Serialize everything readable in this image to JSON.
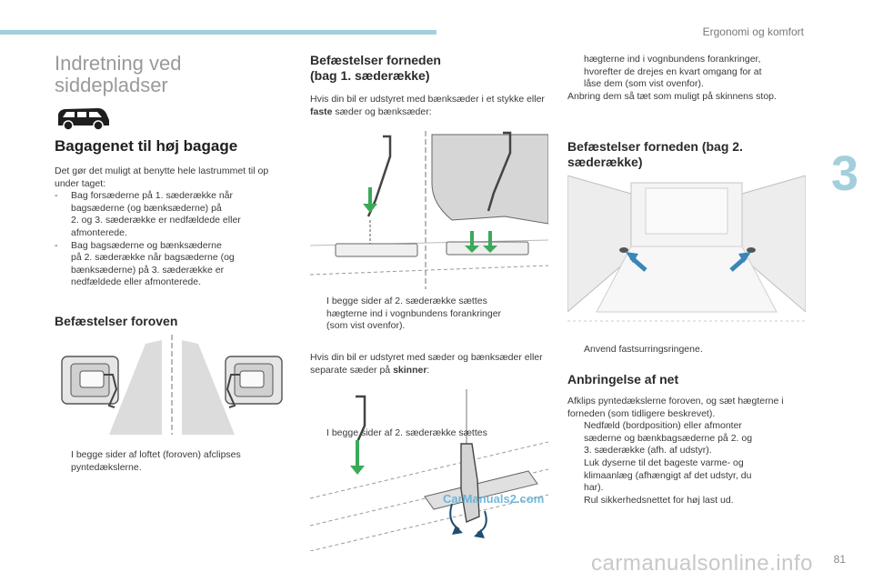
{
  "header": {
    "section_title": "Ergonomi og komfort",
    "chapter_number": "3"
  },
  "colors": {
    "accent_bar": "#a3cfdc",
    "arrow_blue": "#3a86b8",
    "arrow_green": "#3aaa5a"
  },
  "left": {
    "title_line1": "Indretning ved",
    "title_line2": "siddepladser",
    "car_icon": "van-icon",
    "heading_main": "Bagagenet til høj bagage",
    "intro": "Det gør det muligt at benytte hele lastrummet til op under taget:",
    "items": [
      {
        "marker": "-",
        "lines": [
          "Bag forsæderne på 1. sæderække når",
          "bagsæderne (og bænksæderne) på",
          "2. og 3. sæderække er nedfældede eller",
          "afmonterede."
        ]
      },
      {
        "marker": "-",
        "lines": [
          "Bag bagsæderne og bænksæderne",
          "på 2. sæderække når bagsæderne (og",
          "bænksæderne) på 3. sæderække er",
          "nedfældede eller afmonterede."
        ]
      }
    ],
    "heading_top": "Befæstelser foroven",
    "step_top": {
      "marker": "",
      "lines": [
        "I begge sider af loftet (foroven) afclipses",
        "pyntedækslerne."
      ]
    }
  },
  "middle": {
    "heading_line1": "Befæstelser forneden",
    "heading_line2": "(bag 1. sæderække)",
    "intro_before": "Hvis din bil er udstyret med bænksæder i et stykke eller ",
    "intro_bold": "faste",
    "intro_after": " sæder og bænksæder:",
    "step1": {
      "marker": "",
      "lines": [
        "I begge sider af 2. sæderække sættes",
        "hægterne ind i vognbundens forankringer",
        "(som vist ovenfor)."
      ]
    },
    "intro2_before": "Hvis din bil er udstyret med sæder og bænksæder eller separate sæder på ",
    "intro2_bold": "skinner",
    "intro2_after": ":",
    "step2": {
      "marker": "",
      "lines": [
        "I begge sider af 2. sæderække sættes"
      ]
    },
    "watermark": "CarManuals2.com"
  },
  "right": {
    "cont_lines": [
      "hægterne ind i vognbundens forankringer,",
      "hvorefter de drejes en kvart omgang for at",
      "låse dem (som vist ovenfor)."
    ],
    "para": "Anbring dem så tæt som muligt på skinnens stop.",
    "heading_line1": "Befæstelser forneden (bag 2.",
    "heading_line2": "sæderække)",
    "step_rings": {
      "marker": "",
      "lines": [
        "Anvend fastsurringsringene."
      ]
    },
    "heading_net": "Anbringelse af net",
    "net_intro": "Afklips pyntedækslerne foroven, og sæt hægterne i forneden (som tidligere beskrevet).",
    "net_steps": [
      {
        "marker": "",
        "lines": [
          "Nedfæld (bordposition) eller afmonter",
          "sæderne og bænkbagsæderne på 2. og",
          "3. sæderække (afh. af udstyr)."
        ]
      },
      {
        "marker": "",
        "lines": [
          "Luk dyserne til det bageste varme- og",
          "klimaanlæg (afhængigt af det udstyr, du",
          "har)."
        ]
      },
      {
        "marker": "",
        "lines": [
          "Rul sikkerhedsnettet for høj last ud."
        ]
      }
    ]
  },
  "footer": {
    "page_number": "81",
    "site_watermark": "carmanualsonline.info"
  }
}
